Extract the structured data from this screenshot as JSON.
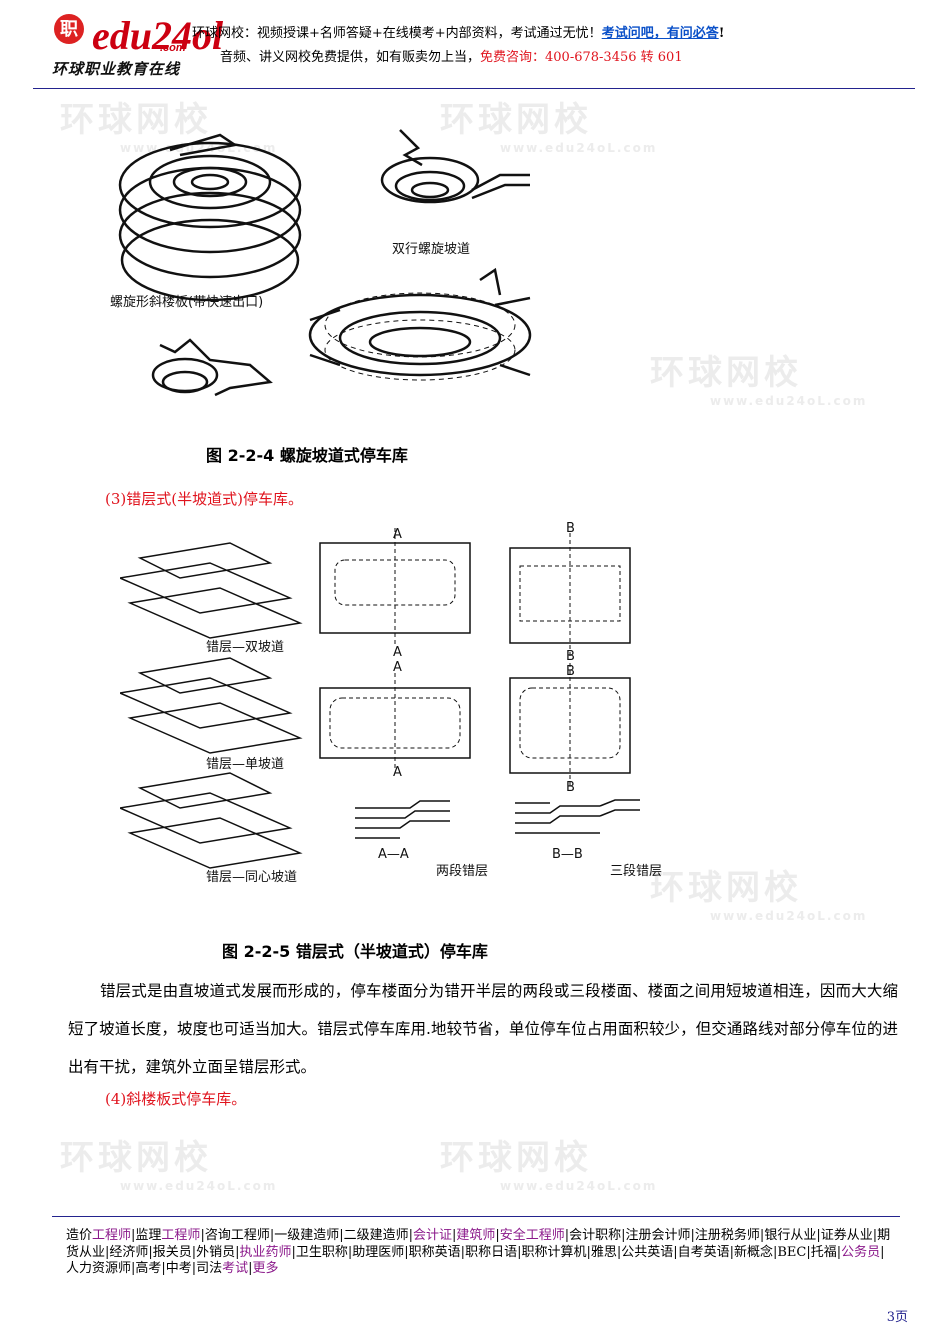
{
  "logo": {
    "text": "edu24ol",
    "domain": ".com",
    "mark": "职",
    "subtitle": "环球职业教育在线"
  },
  "header": {
    "line1_text": "环球网校：视频授课+名师答疑+在线模考+内部资料，考试通过无忧！",
    "line1_link": "考试问吧，有问必答",
    "line1_end": "!",
    "line2_text": "音频、讲义网校免费提供，如有贩卖勿上当，",
    "line2_contact": "免费咨询：400-678-3456 转 601"
  },
  "watermark": {
    "text": "环球网校",
    "url": "www.edu24oL.com"
  },
  "figure1": {
    "caption": "图 2-2-4    螺旋坡道式停车库",
    "label_spiral": "螺旋形斜楼板(带快速出口)",
    "label_double": "双行螺旋坡道"
  },
  "section3_title": "(3)错层式(半坡道式)停车库。",
  "figure2": {
    "caption": "图 2-2-5    错层式（半坡道式）停车库",
    "label_double_ramp": "错层—双坡道",
    "label_single_ramp": "错层—单坡道",
    "label_concentric": "错层—同心坡道",
    "label_two_split": "两段错层",
    "label_three_split": "三段错层",
    "mark_a": "A",
    "mark_b": "B",
    "section_aa": "A—A",
    "section_bb": "B—B"
  },
  "paragraph": "错层式是由直坡道式发展而形成的，停车楼面分为错开半层的两段或三段楼面、楼面之间用短坡道相连，因而大大缩短了坡道长度，坡度也可适当加大。错层式停车库用.地较节省，单位停车位占用面积较少，但交通路线对部分停车位的进出有干扰，建筑外立面呈错层形式。",
  "section4_title": "(4)斜楼板式停车库。",
  "footer_links": [
    {
      "text": "造价",
      "hl": false
    },
    {
      "text": "工程师",
      "hl": true
    },
    {
      "text": "|监理",
      "hl": false
    },
    {
      "text": "工程师",
      "hl": true
    },
    {
      "text": "|咨询工程师|一级建造师|二级建造师|",
      "hl": false
    },
    {
      "text": "会计证",
      "hl": true
    },
    {
      "text": "|",
      "hl": false
    },
    {
      "text": "建筑师",
      "hl": true
    },
    {
      "text": "|",
      "hl": false
    },
    {
      "text": "安全工程师",
      "hl": true
    },
    {
      "text": "|会计职称|注册会计师|注册税务师|银行从业|证券从业|期货从业|经济师|报关员|外销员|",
      "hl": false
    },
    {
      "text": "执业药师",
      "hl": true
    },
    {
      "text": "|卫生职称|助理医师|职称英语|职称日语|职称计算机|雅思|公共英语|自考英语|新概念|BEC|托福|",
      "hl": false
    },
    {
      "text": "公务员",
      "hl": true
    },
    {
      "text": "|人力资源师|高考|中考|司法",
      "hl": false
    },
    {
      "text": "考试",
      "hl": true
    },
    {
      "text": "|",
      "hl": false
    },
    {
      "text": "更多",
      "hl": true
    }
  ],
  "page_number": "3页",
  "colors": {
    "accent_red": "#e0141e",
    "rule_blue": "#23238e",
    "link_blue": "#0a50c8",
    "footer_highlight": "#8b1a8b"
  }
}
